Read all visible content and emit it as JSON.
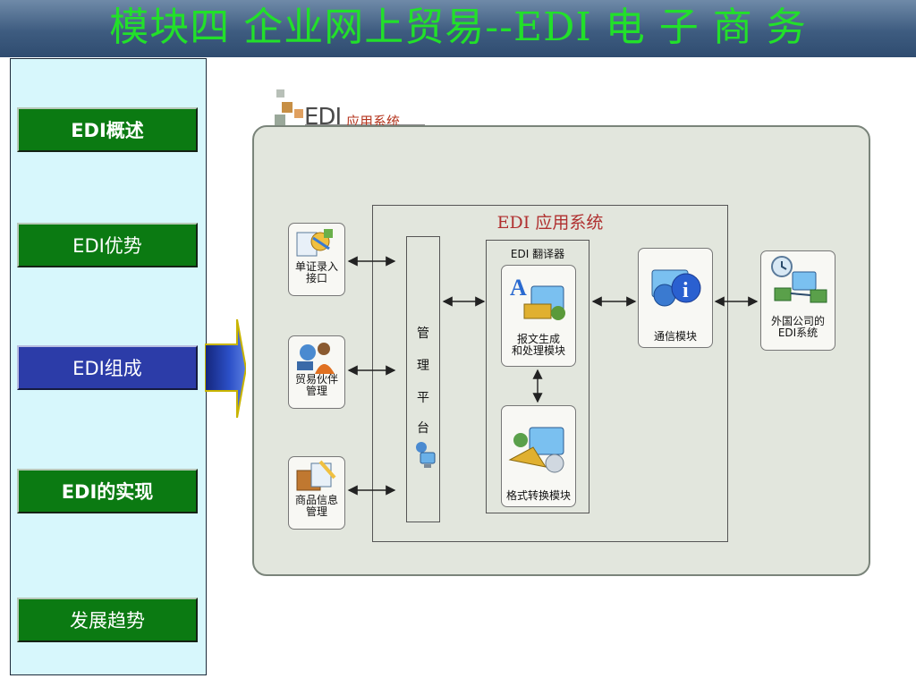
{
  "title": "模块四  企业网上贸易--EDI 电 子 商 务",
  "nav": [
    {
      "label": "EDI概述"
    },
    {
      "label": "EDI优势"
    },
    {
      "label": "EDI组成"
    },
    {
      "label": "EDI的实现"
    },
    {
      "label": "发展趋势"
    }
  ],
  "diagram": {
    "logo_text": "EDI",
    "logo_sub": "应用系统",
    "system_title": "EDI 应用系统",
    "platform": [
      "管",
      "理",
      "平",
      "台"
    ],
    "translator_title": "EDI 翻译器",
    "modules": {
      "entry": "单证录入\n接口",
      "partner": "贸易伙伴\n管理",
      "goods": "商品信息\n管理",
      "message": "报文生成\n和处理模块",
      "format": "格式转换模块",
      "comm": "通信模块",
      "foreign": "外国公司的\nEDI系统"
    }
  },
  "colors": {
    "title": "#22e02a",
    "nav_green": "#0b7a12",
    "nav_active": "#2c3ca8",
    "sidebar_bg": "#d7f7fc",
    "panel_bg": "#e2e6dd"
  }
}
